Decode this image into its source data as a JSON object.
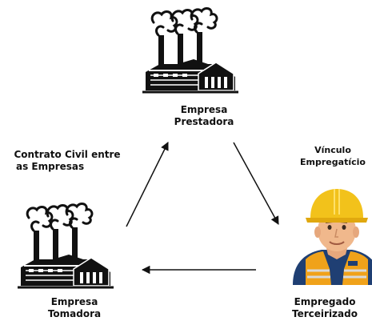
{
  "nodes": {
    "prestadora": {
      "line1": "Empresa",
      "line2": "Prestadora",
      "icon": "factory-icon"
    },
    "tomadora": {
      "line1": "Empresa",
      "line2": "Tomadora",
      "icon": "factory-icon"
    },
    "empregado": {
      "line1": "Empregado",
      "line2": "Terceirizado",
      "icon": "worker-icon"
    }
  },
  "edges": {
    "contrato": {
      "line1": "Contrato Civil entre",
      "line2": "as Empresas"
    },
    "vinculo": {
      "line1": "Vínculo",
      "line2": "Empregatício"
    }
  },
  "colors": {
    "helmet": "#f2c21b",
    "vest": "#f0a21a",
    "shirt": "#1f3f73",
    "factory": "#111111"
  }
}
